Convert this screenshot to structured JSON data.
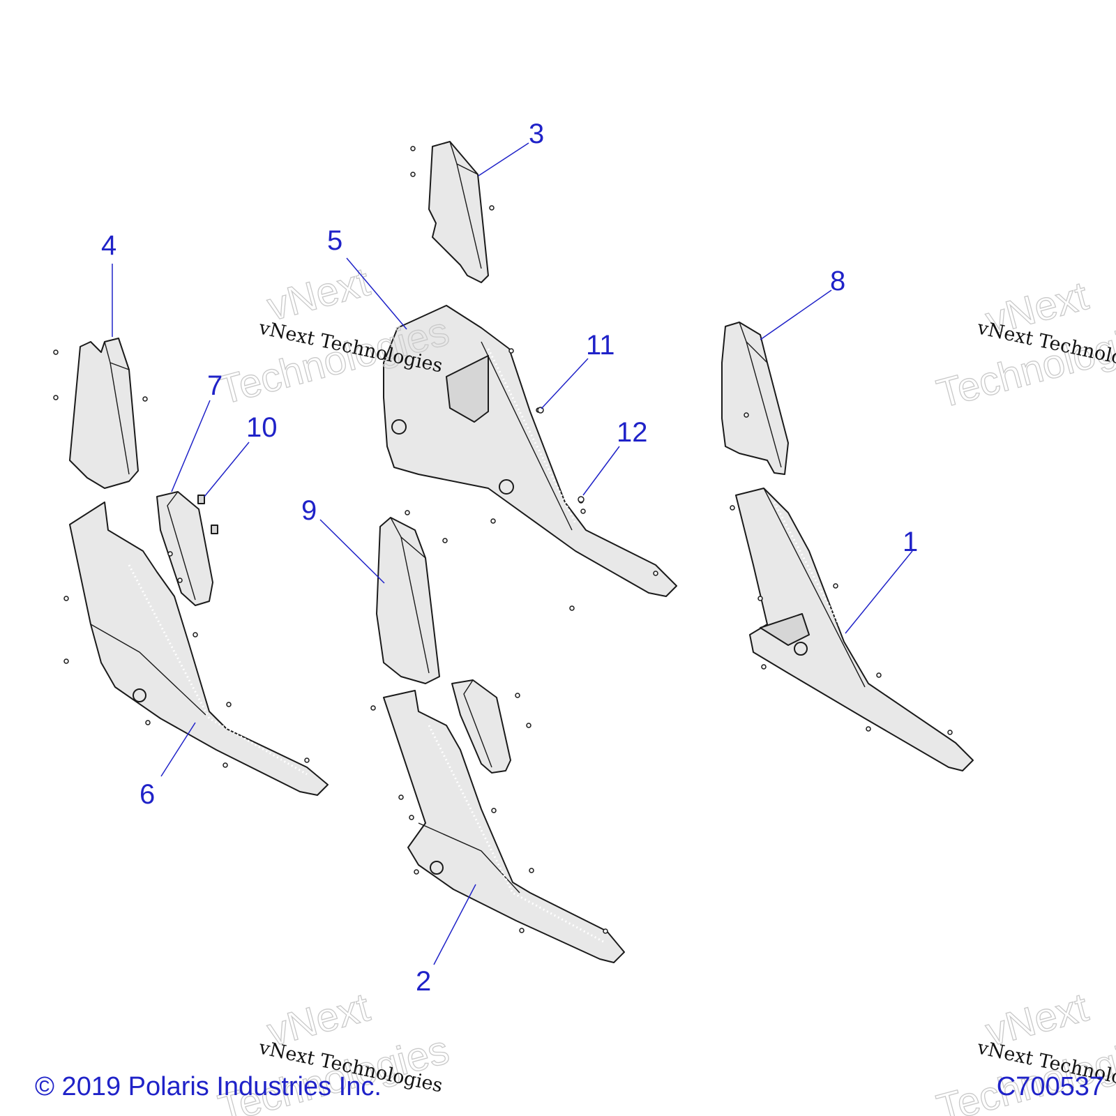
{
  "callouts": [
    {
      "num": "1"
    },
    {
      "num": "2"
    },
    {
      "num": "3"
    },
    {
      "num": "4"
    },
    {
      "num": "5"
    },
    {
      "num": "6"
    },
    {
      "num": "7"
    },
    {
      "num": "8"
    },
    {
      "num": "9"
    },
    {
      "num": "10"
    },
    {
      "num": "11"
    },
    {
      "num": "12"
    }
  ],
  "watermark": {
    "small": "vNext Technologies",
    "line1": "vNext",
    "line2": "Technologies"
  },
  "footer": {
    "copyright": "© 2019 Polaris Industries Inc.",
    "figure_id": "C700537"
  },
  "colors": {
    "callout": "#1f22c8",
    "part_fill": "#e8e8e8",
    "outline": "#1a1a1a"
  }
}
